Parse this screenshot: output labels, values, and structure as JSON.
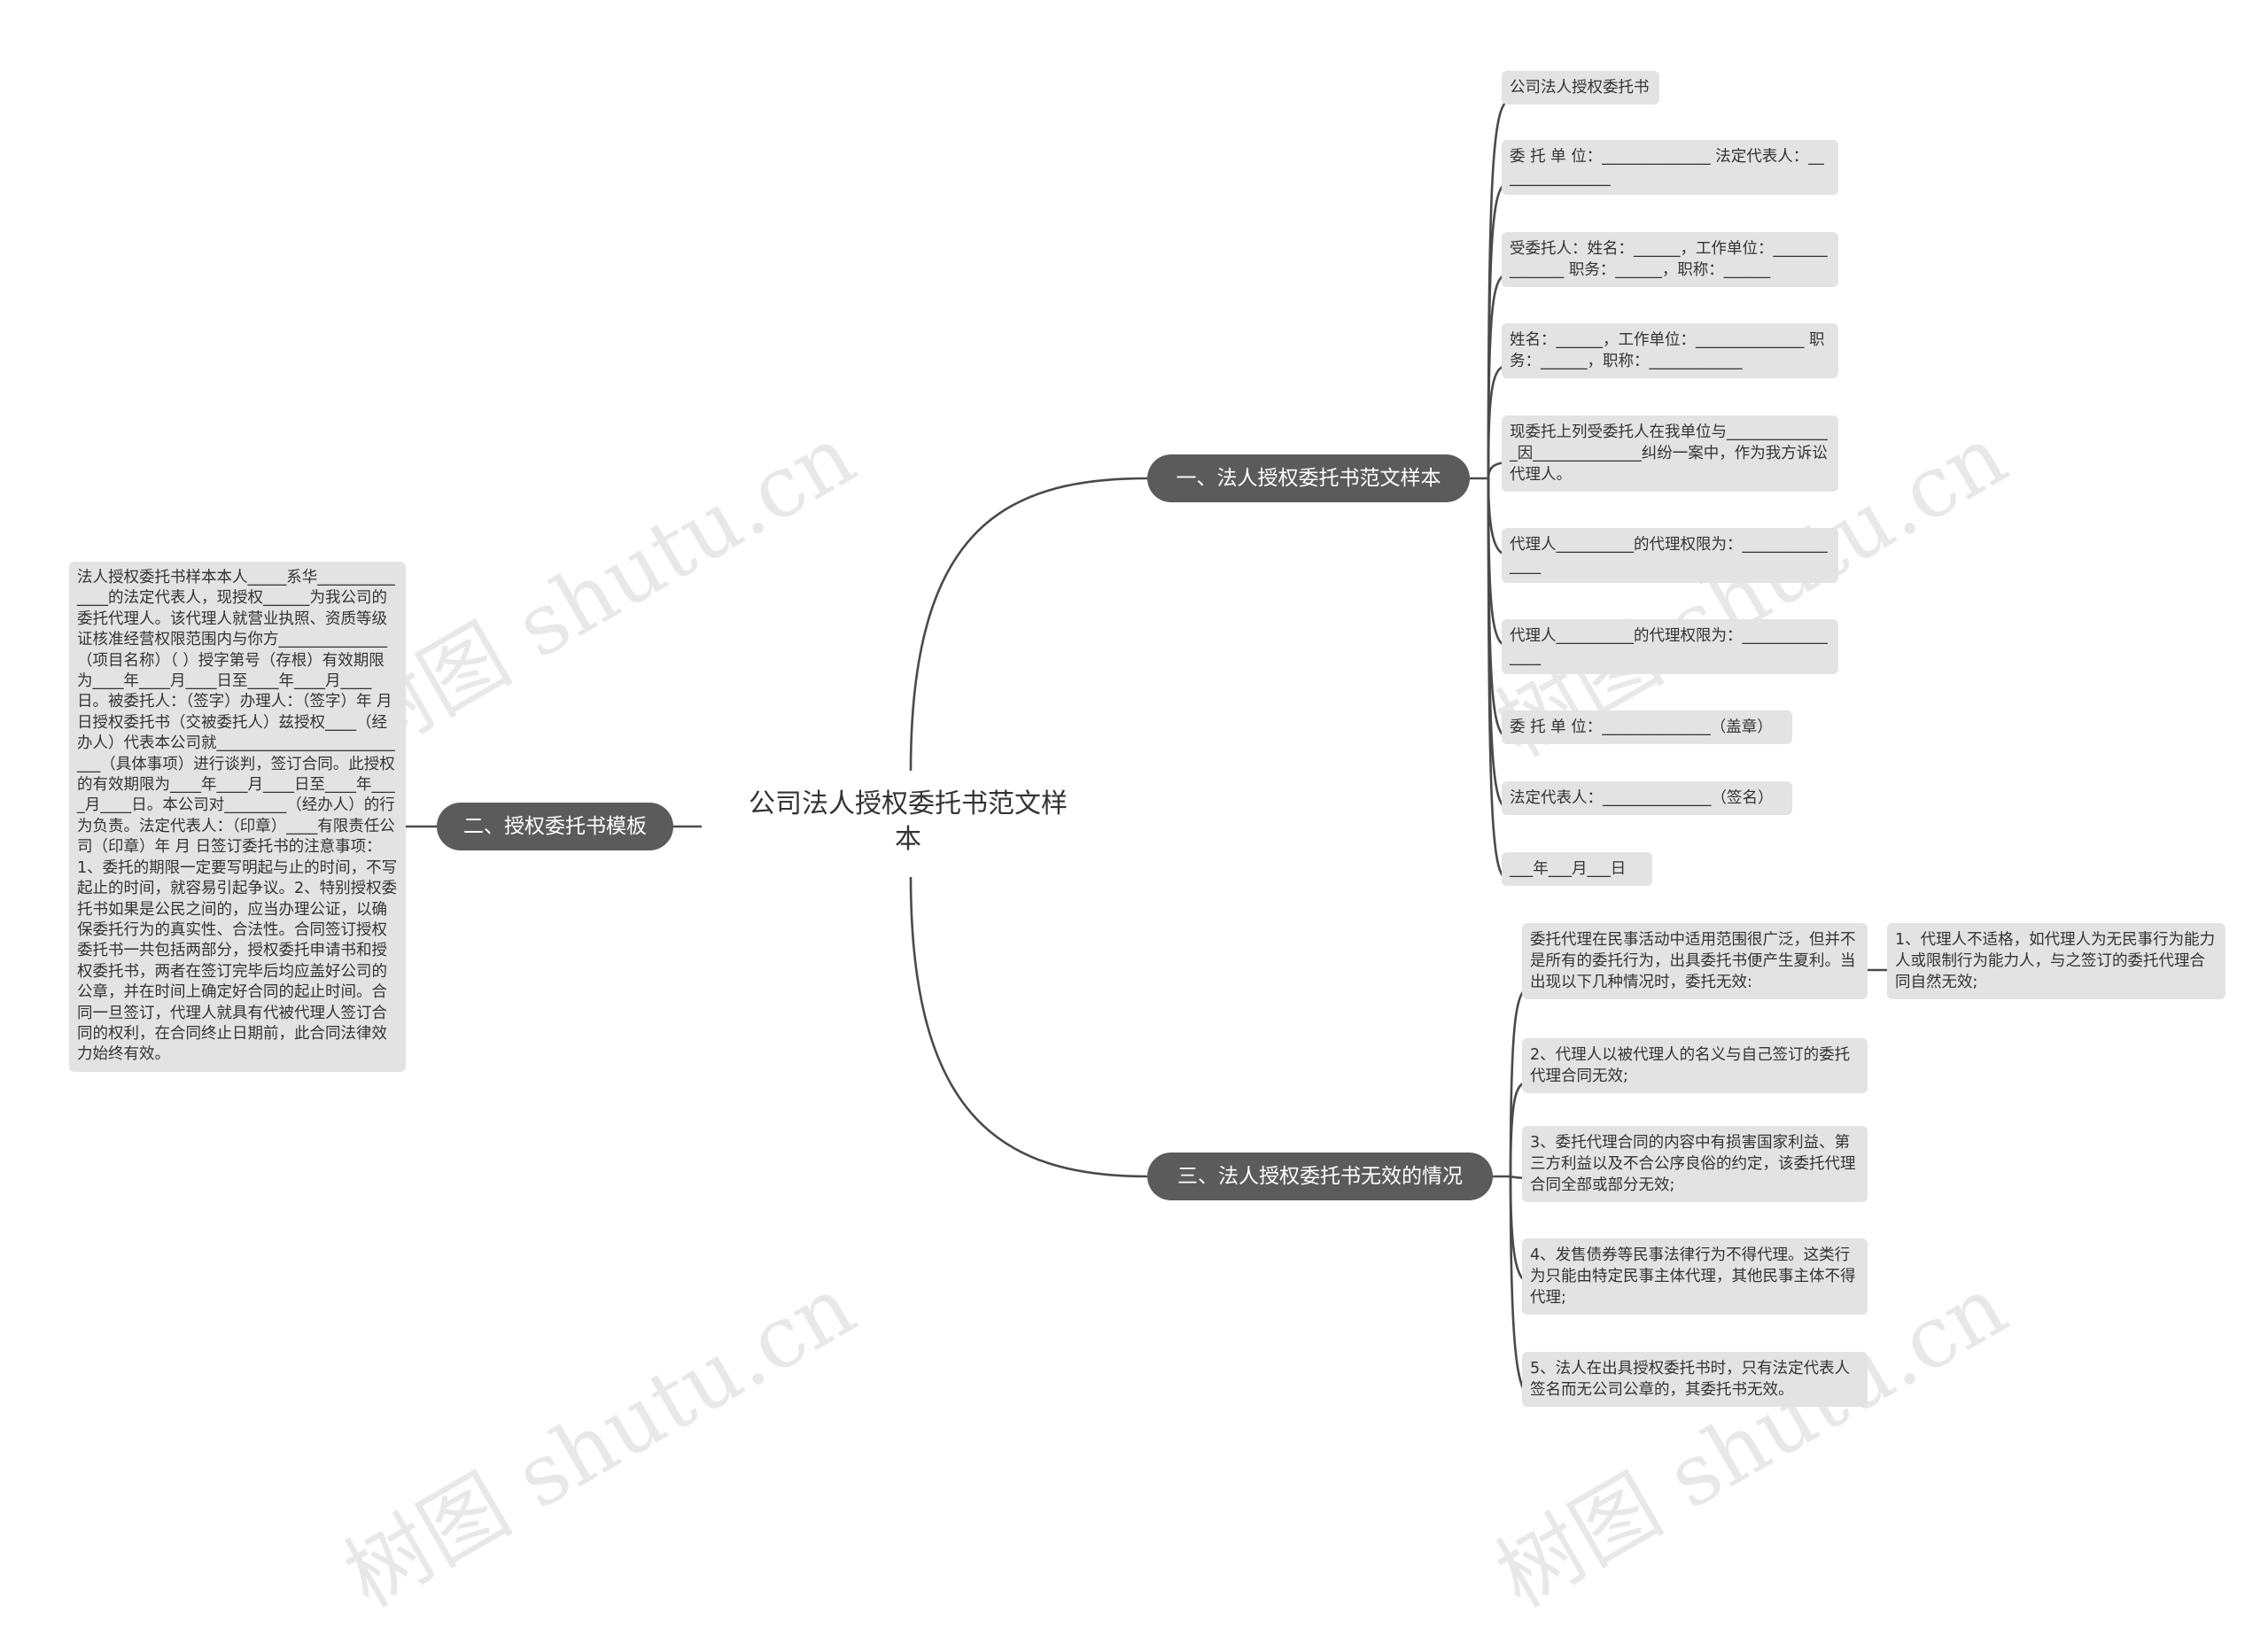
{
  "center": {
    "title": "公司法人授权委托书范文样本"
  },
  "branches": {
    "b1": "一、法人授权委托书范文样本",
    "b2": "二、授权委托书模板",
    "b3": "三、法人授权委托书无效的情况"
  },
  "b1_items": [
    "公司法人授权委托书",
    "委 托 单 位：______________ 法定代表人：_______________",
    "受委托人：姓名：______，工作单位：______________ 职务：______，职称：______",
    "姓名：______，工作单位：______________ 职务：______，职称：____________",
    "现委托上列受委托人在我单位与______________因______________纠纷一案中，作为我方诉讼代理人。",
    "代理人__________的代理权限为：_______________",
    "代理人__________的代理权限为：_______________",
    "委 托 单 位：______________（盖章）",
    "法定代表人：______________（签名）",
    "___年___月___日"
  ],
  "b2_text": "法人授权委托书样本本人_____系华______________的法定代表人，现授权______为我公司的委托代理人。该代理人就营业执照、资质等级证核准经营权限范围内与你方______________（项目名称）（ ）授字第号（存根）有效期限为____年____月____日至____年____月____日。被委托人：（签字）办理人：（签字）年 月 日授权委托书（交被委托人）兹授权____（经办人）代表本公司就__________________________（具体事项）进行谈判，签订合同。此授权的有效期限为____年____月____日至____年____月____日。本公司对________（经办人）的行为负责。法定代表人：（印章）____有限责任公司（印章）年 月 日签订委托书的注意事项：1、委托的期限一定要写明起与止的时间，不写起止的时间，就容易引起争议。2、特别授权委托书如果是公民之间的，应当办理公证，以确保委托行为的真实性、合法性。合同签订授权委托书一共包括两部分，授权委托申请书和授权委托书，两者在签订完毕后均应盖好公司的公章，并在时间上确定好合同的起止时间。合同一旦签订，代理人就具有代被代理人签订合同的权利，在合同终止日期前，此合同法律效力始终有效。",
  "b3_items": [
    "委托代理在民事活动中适用范围很广泛，但并不是所有的委托行为，出具委托书便产生夏利。当出现以下几种情况时，委托无效:",
    "2、代理人以被代理人的名义与自己签订的委托代理合同无效;",
    "3、委托代理合同的内容中有损害国家利益、第三方利益以及不合公序良俗的约定，该委托代理合同全部或部分无效;",
    "4、发售债券等民事法律行为不得代理。这类行为只能由特定民事主体代理，其他民事主体不得代理;",
    "5、法人在出具授权委托书时，只有法定代表人签名而无公司公章的，其委托书无效。"
  ],
  "b3_sub": "1、代理人不适格，如代理人为无民事行为能力人或限制行为能力人，与之签订的委托代理合同自然无效;",
  "watermark": "树图 shutu.cn"
}
